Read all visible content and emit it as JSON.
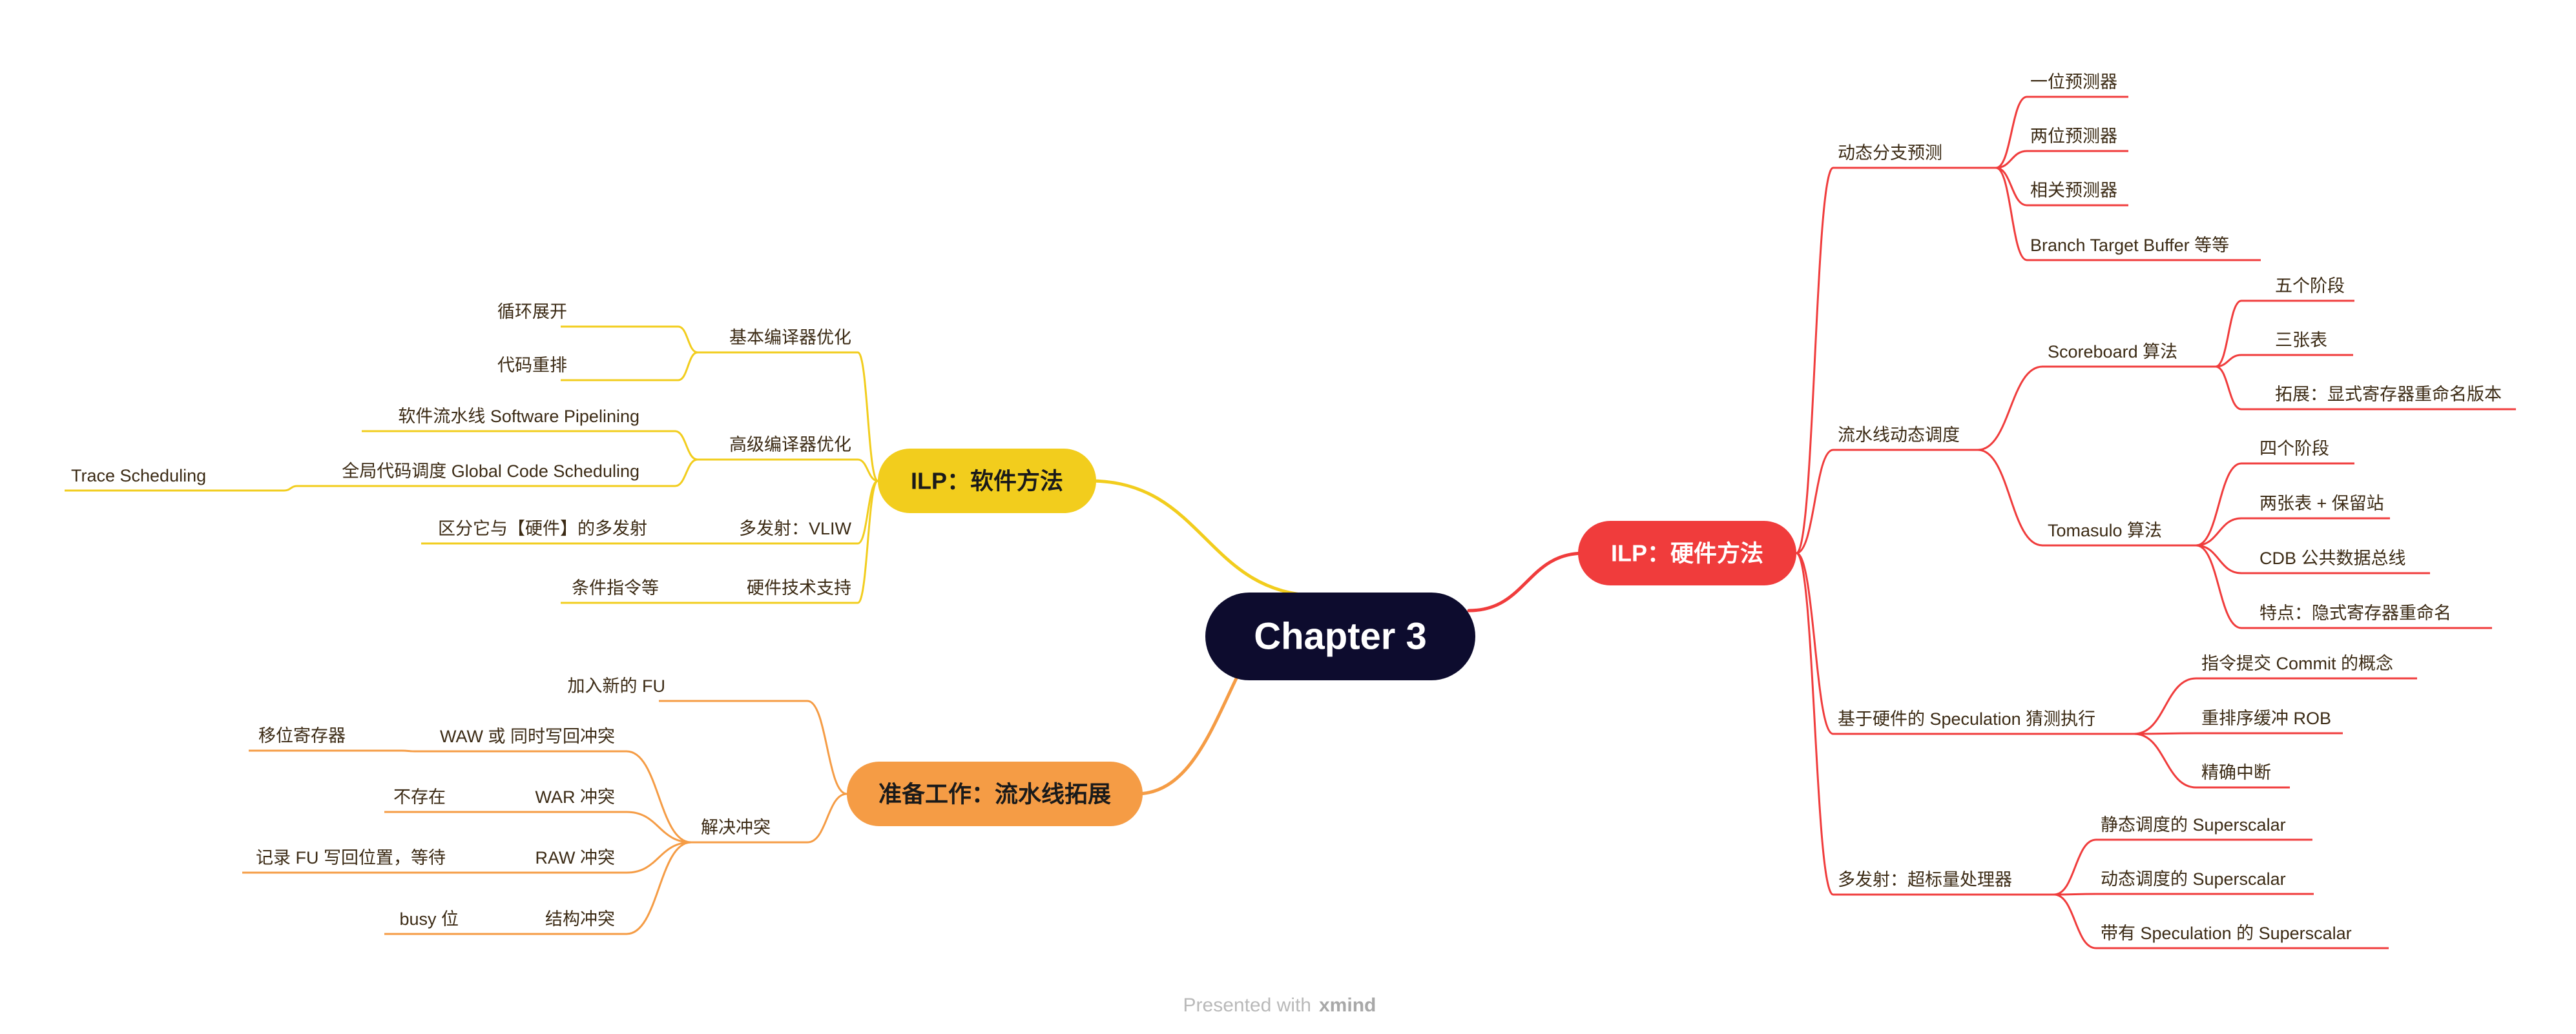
{
  "central": {
    "label": "Chapter 3",
    "color": "#0d0c2e"
  },
  "branches": [
    {
      "key": "hw",
      "label": "ILP：硬件方法",
      "color": "#f03c3c",
      "text_color": "#ffffff",
      "children": [
        {
          "label": "动态分支预测",
          "children": [
            {
              "label": "一位预测器"
            },
            {
              "label": "两位预测器"
            },
            {
              "label": "相关预测器"
            },
            {
              "label": "Branch Target Buffer 等等"
            }
          ]
        },
        {
          "label": "流水线动态调度",
          "children": [
            {
              "label": "Scoreboard 算法",
              "children": [
                {
                  "label": "五个阶段"
                },
                {
                  "label": "三张表"
                },
                {
                  "label": "拓展：显式寄存器重命名版本"
                }
              ]
            },
            {
              "label": "Tomasulo 算法",
              "children": [
                {
                  "label": "四个阶段"
                },
                {
                  "label": "两张表 + 保留站"
                },
                {
                  "label": "CDB 公共数据总线"
                },
                {
                  "label": "特点：隐式寄存器重命名"
                }
              ]
            }
          ]
        },
        {
          "label": "基于硬件的 Speculation 猜测执行",
          "children": [
            {
              "label": "指令提交 Commit 的概念"
            },
            {
              "label": "重排序缓冲 ROB"
            },
            {
              "label": "精确中断"
            }
          ]
        },
        {
          "label": "多发射：超标量处理器",
          "children": [
            {
              "label": "静态调度的 Superscalar"
            },
            {
              "label": "动态调度的 Superscalar"
            },
            {
              "label": "带有 Speculation 的 Superscalar"
            }
          ]
        }
      ]
    },
    {
      "key": "sw",
      "label": "ILP：软件方法",
      "color": "#f2cd1d",
      "text_color": "#1a1a1a",
      "children": [
        {
          "label": "基本编译器优化",
          "children": [
            {
              "label": "循环展开"
            },
            {
              "label": "代码重排"
            }
          ]
        },
        {
          "label": "高级编译器优化",
          "children": [
            {
              "label": "软件流水线 Software Pipelining"
            },
            {
              "label": "全局代码调度 Global Code Scheduling",
              "children": [
                {
                  "label": "Trace Scheduling"
                }
              ]
            }
          ]
        },
        {
          "label": "多发射：VLIW",
          "children": [
            {
              "label": "区分它与【硬件】的多发射"
            }
          ]
        },
        {
          "label": "硬件技术支持",
          "children": [
            {
              "label": "条件指令等"
            }
          ]
        }
      ]
    },
    {
      "key": "prep",
      "label": "准备工作：流水线拓展",
      "color": "#f59c45",
      "text_color": "#1a1a1a",
      "children": [
        {
          "label": "加入新的 FU"
        },
        {
          "label": "解决冲突",
          "children": [
            {
              "label": "WAW 或 同时写回冲突",
              "children": [
                {
                  "label": "移位寄存器"
                }
              ]
            },
            {
              "label": "WAR 冲突",
              "children": [
                {
                  "label": "不存在"
                }
              ]
            },
            {
              "label": "RAW 冲突",
              "children": [
                {
                  "label": "记录 FU 写回位置，等待"
                }
              ]
            },
            {
              "label": "结构冲突",
              "children": [
                {
                  "label": "busy 位"
                }
              ]
            }
          ]
        }
      ]
    }
  ],
  "watermark": {
    "prefix": "Presented with",
    "brand": "xmind"
  }
}
